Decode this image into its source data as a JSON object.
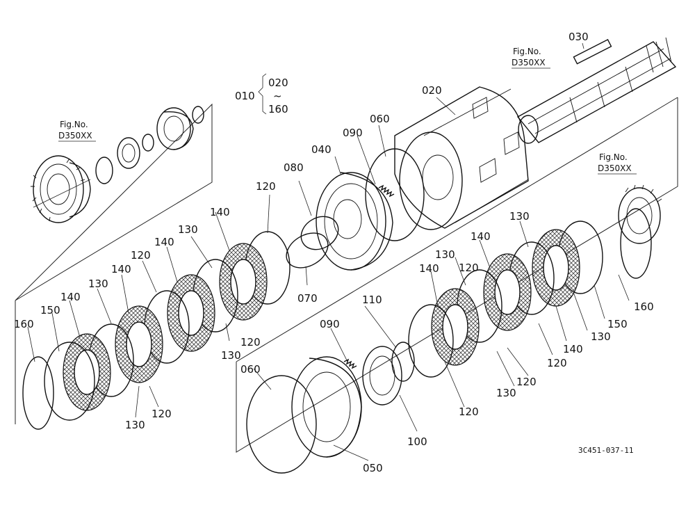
{
  "labels": {
    "l010": "010",
    "l020_range": "020",
    "l160_range": "160",
    "tilde": "~",
    "l020": "020",
    "l030": "030",
    "l040": "040",
    "l050": "050",
    "l060a": "060",
    "l060b": "060",
    "l070": "070",
    "l080": "080",
    "l090a": "090",
    "l090b": "090",
    "l100": "100",
    "l110": "110",
    "l120a": "120",
    "l120b": "120",
    "l120c": "120",
    "l120d": "120",
    "l120e": "120",
    "l120f": "120",
    "l120g": "120",
    "l120h": "120",
    "l130a": "130",
    "l130b": "130",
    "l130c": "130",
    "l130d": "130",
    "l130e": "130",
    "l130f": "130",
    "l130g": "130",
    "l130h": "130",
    "l140a": "140",
    "l140b": "140",
    "l140c": "140",
    "l140d": "140",
    "l140e": "140",
    "l140f": "140",
    "l140g": "140",
    "l150a": "150",
    "l150b": "150",
    "l160a": "160",
    "l160b": "160"
  },
  "fig_refs": {
    "left": {
      "title": "Fig.No.",
      "number": "D350XX"
    },
    "top": {
      "title": "Fig.No.",
      "number": "D350XX"
    },
    "right": {
      "title": "Fig.No.",
      "number": "D350XX"
    }
  },
  "drawing_code": "3C451-037-11"
}
